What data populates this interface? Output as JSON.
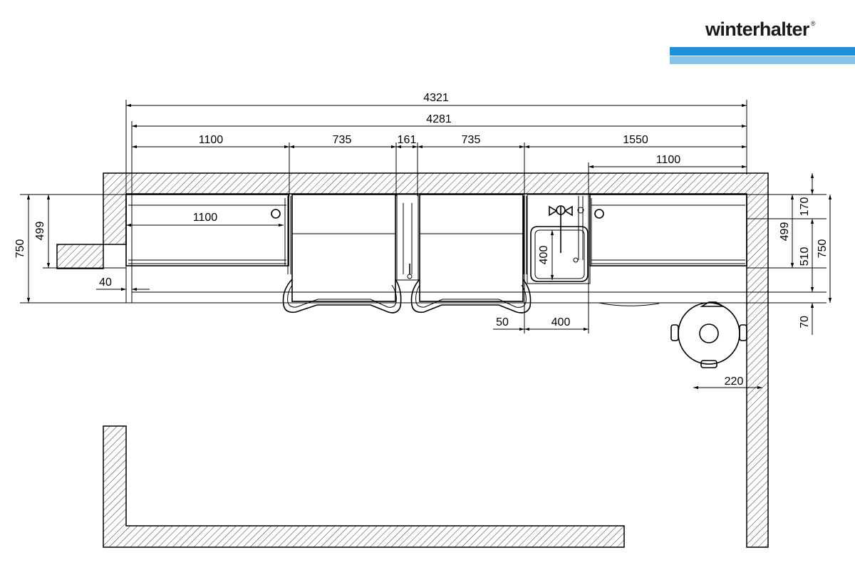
{
  "brand": {
    "name": "winterhalter",
    "mark": "®",
    "bar_color_1": "#1e8fd8",
    "bar_color_2": "#87c4ea"
  },
  "dimensions": {
    "total_outer": "4321",
    "total_inner": "4281",
    "seg_1": "1100",
    "seg_2": "735",
    "seg_3": "161",
    "seg_4": "735",
    "seg_5": "1550",
    "seg_5_sub": "1100",
    "table_left": "1100",
    "depth_left_outer": "750",
    "depth_left_inner": "499",
    "offset_left": "40",
    "sink_depth": "400",
    "gap_sink": "50",
    "sink_width": "400",
    "right_170": "170",
    "right_499": "499",
    "right_510": "510",
    "right_750": "750",
    "right_70": "70",
    "bin_220": "220"
  }
}
